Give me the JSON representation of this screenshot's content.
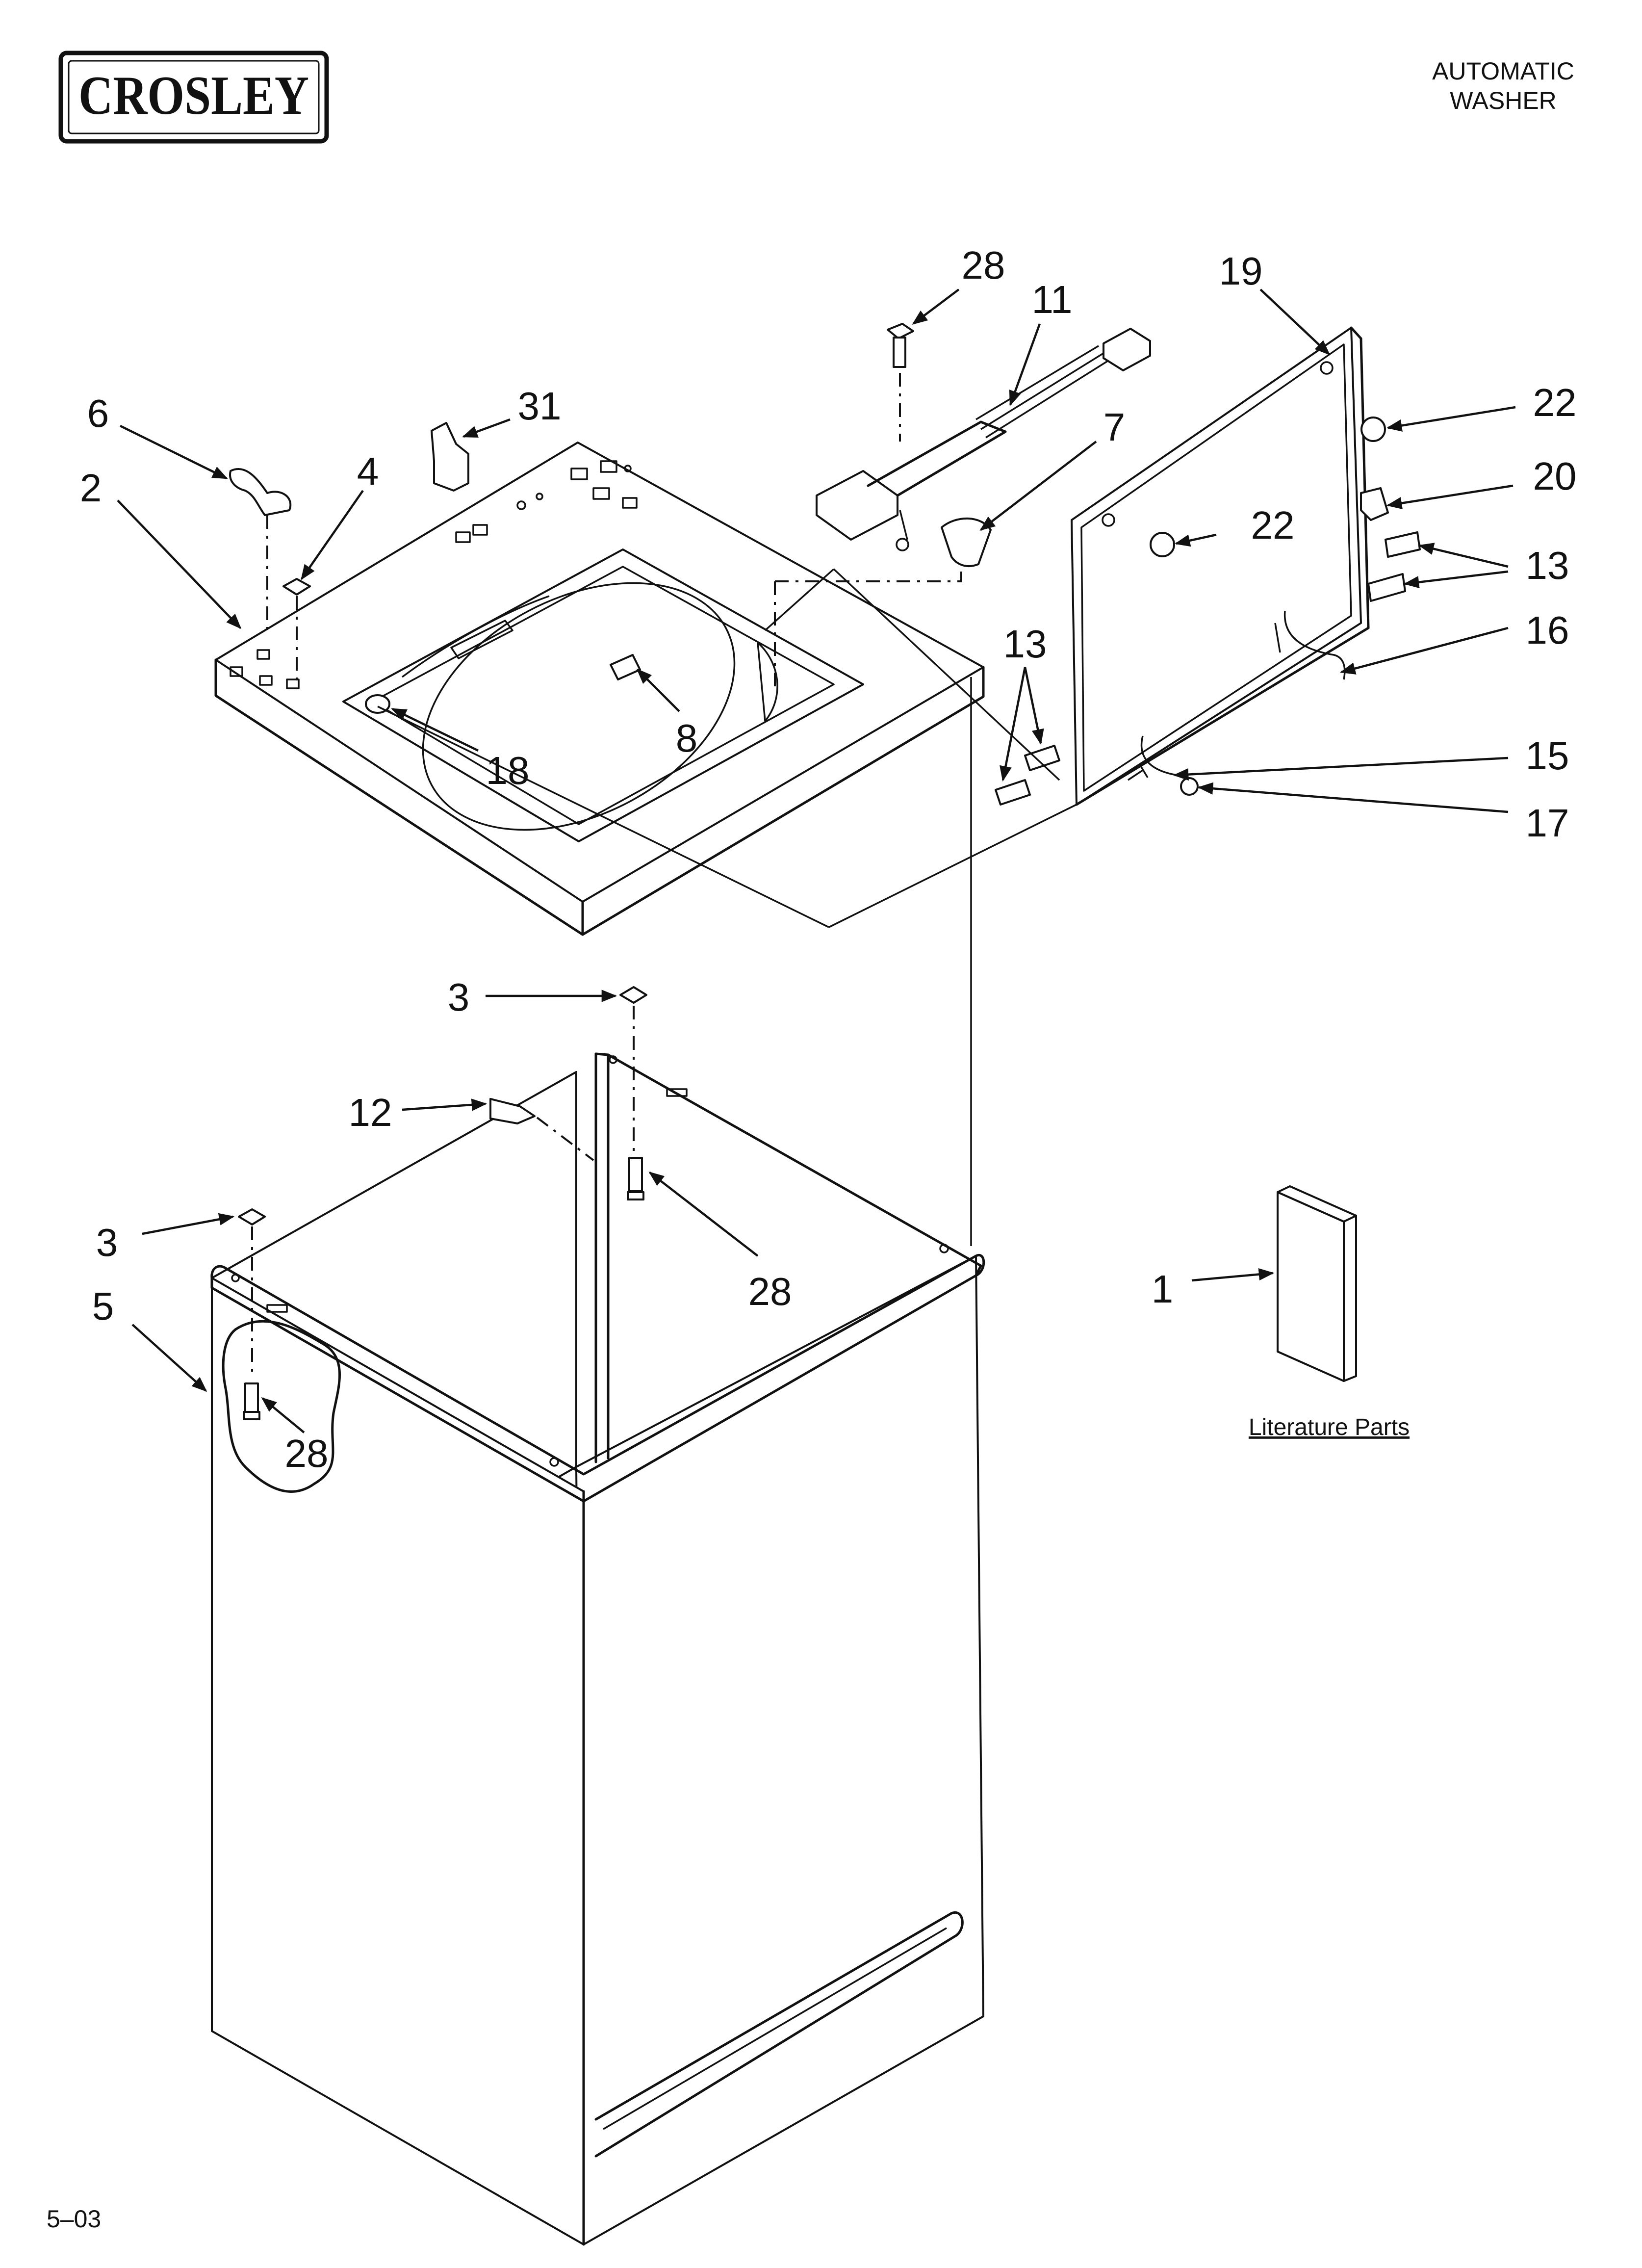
{
  "brand": "CROSLEY",
  "header": {
    "line1": "AUTOMATIC",
    "line2": "WASHER"
  },
  "literature_label": "Literature Parts",
  "page_code": "5–03",
  "callouts": {
    "c28_top": "28",
    "c11": "11",
    "c19": "19",
    "c6": "6",
    "c31": "31",
    "c22_right": "22",
    "c4": "4",
    "c2": "2",
    "c7": "7",
    "c20": "20",
    "c22_mid": "22",
    "c13_right": "13",
    "c16": "16",
    "c13_left": "13",
    "c8": "8",
    "c18": "18",
    "c15": "15",
    "c17": "17",
    "c3_top": "3",
    "c12": "12",
    "c28_mid": "28",
    "c3_left": "3",
    "c5": "5",
    "c1": "1",
    "c28_low": "28"
  }
}
